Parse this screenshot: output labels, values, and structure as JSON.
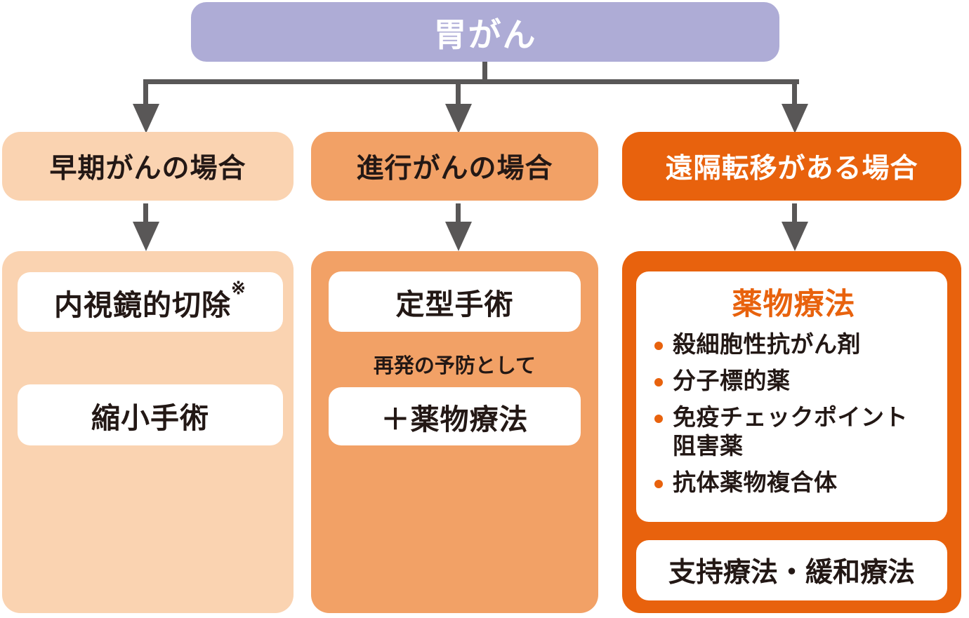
{
  "root": {
    "title": "胃がん"
  },
  "columns": {
    "early": {
      "header": "早期がんの場合",
      "box1": "内視鏡的切除",
      "box1_mark": "※",
      "box2": "縮小手術"
    },
    "advanced": {
      "header": "進行がんの場合",
      "box1": "定型手術",
      "note": "再発の予防として",
      "box2": "＋薬物療法"
    },
    "metastasis": {
      "header": "遠隔転移がある場合",
      "panel_title": "薬物療法",
      "bullets": [
        "殺細胞性抗がん剤",
        "分子標的薬",
        "免疫チェックポイント阻害薬",
        "抗体薬物複合体"
      ],
      "footer": "支持療法・緩和療法"
    }
  },
  "colors": {
    "root_bg": "#aeacd6",
    "early_bg": "#fad3b1",
    "advanced_bg": "#f2a166",
    "metastasis_bg": "#e8620d",
    "arrow": "#595757",
    "text": "#231815",
    "accent_text": "#e8620d",
    "pill_bg": "#ffffff"
  }
}
